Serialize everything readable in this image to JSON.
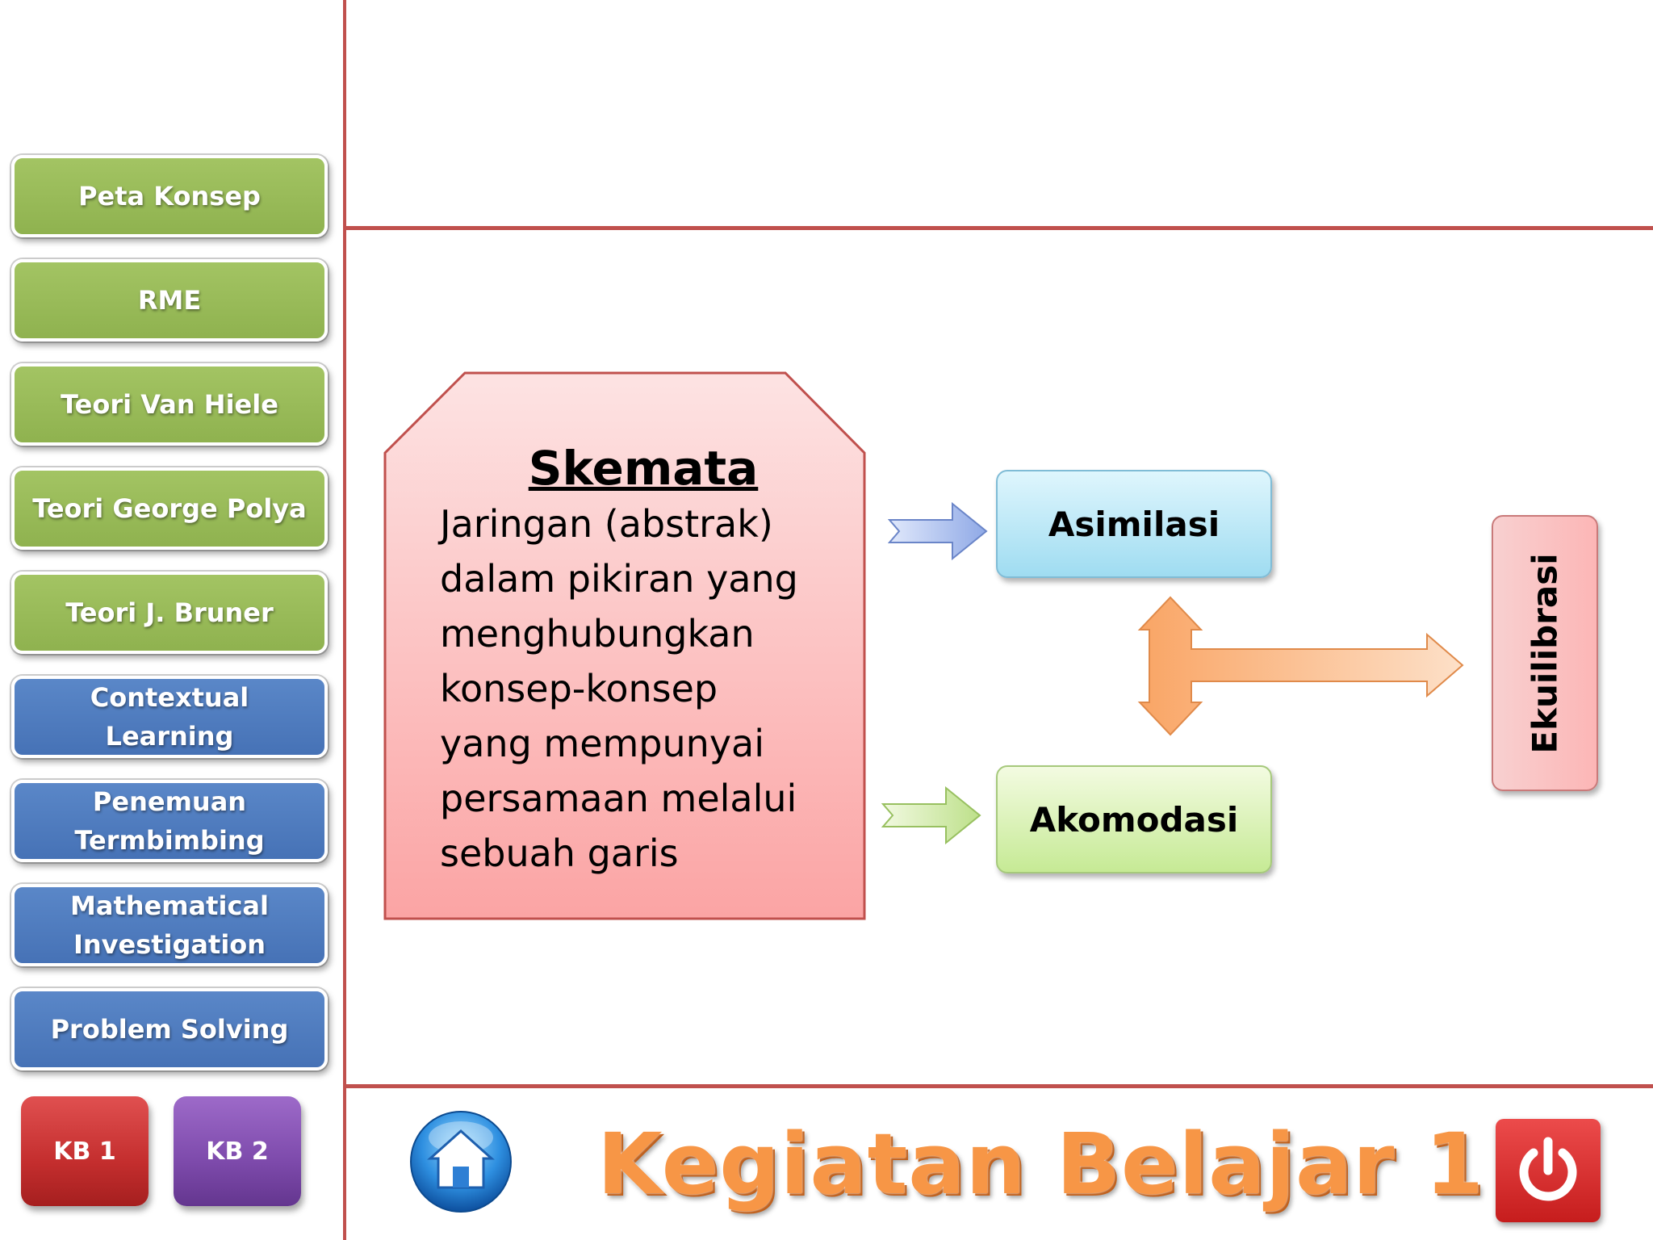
{
  "sidebar": {
    "items": [
      {
        "label": "Peta Konsep"
      },
      {
        "label": "RME"
      },
      {
        "label": "Teori Van Hiele"
      },
      {
        "label": "Teori George Polya"
      },
      {
        "label": "Teori J. Bruner"
      },
      {
        "label": "Contextual Learning"
      },
      {
        "label": "Penemuan Termbimbing"
      },
      {
        "label": "Mathematical Investigation"
      },
      {
        "label": "Problem Solving"
      }
    ],
    "kb1_label": "KB 1",
    "kb2_label": "KB  2"
  },
  "diagram": {
    "skemata_title": "Skemata",
    "skemata_lines": [
      "Jaringan (abstrak)",
      "dalam pikiran yang",
      "menghubungkan",
      "konsep-konsep",
      "yang mempunyai",
      "persamaan melalui",
      "sebuah garis"
    ],
    "asimilasi": "Asimilasi",
    "akomodasi": "Akomodasi",
    "ekuilibrasi": "Ekuilibrasi"
  },
  "footer": {
    "title": "Kegiatan Belajar 1",
    "home_icon": "home-icon",
    "power_icon": "power-icon"
  },
  "colors": {
    "accent_line": "#c0504d",
    "green_button": "#9bbb59",
    "blue_button": "#4f81bd",
    "title_orange": "#f79646"
  }
}
